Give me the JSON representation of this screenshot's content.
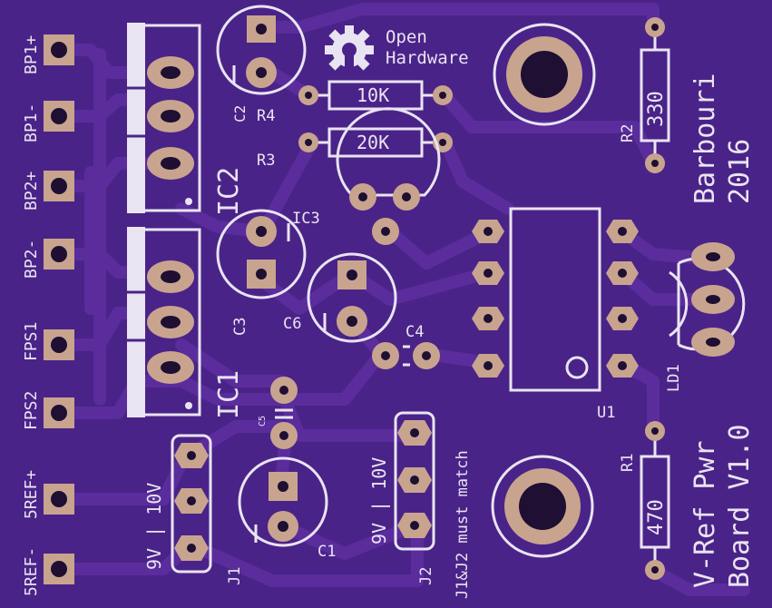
{
  "colors": {
    "board": "#4a2388",
    "trace": "#5a2c9c",
    "silk": "#e9e4f2",
    "pad": "#c8a48f",
    "hole": "#1e0f33"
  },
  "logo": {
    "line1": "Open",
    "line2": "Hardware",
    "icon": "open-hardware-gear-icon"
  },
  "connector_labels": [
    "BP1+",
    "BP1-",
    "BP2+",
    "BP2-",
    "FPS1",
    "FPS2",
    "5REF+",
    "5REF-"
  ],
  "components": {
    "ic1": "IC1",
    "ic2": "IC2",
    "ic3": "IC3",
    "c1": "C1",
    "c2": "C2",
    "c3": "C3",
    "c4": "C4",
    "c5": "C5",
    "c6": "C6",
    "r1": "R1",
    "r2": "R2",
    "r3": "R3",
    "r4": "R4",
    "u1": "U1",
    "ld1": "LD1",
    "j1": "J1",
    "j2": "J2"
  },
  "resistor_values": {
    "r4": "10K",
    "r3": "20K",
    "r2": "330",
    "r1": "470"
  },
  "jumper_text": {
    "j1": "9V | 10V",
    "j2": "9V | 10V",
    "note": "J1&J2 must match"
  },
  "author": {
    "name": "Barbouri",
    "year": "2016"
  },
  "board_title": {
    "line1": "V-Ref Pwr",
    "line2": "Board V1.0"
  }
}
